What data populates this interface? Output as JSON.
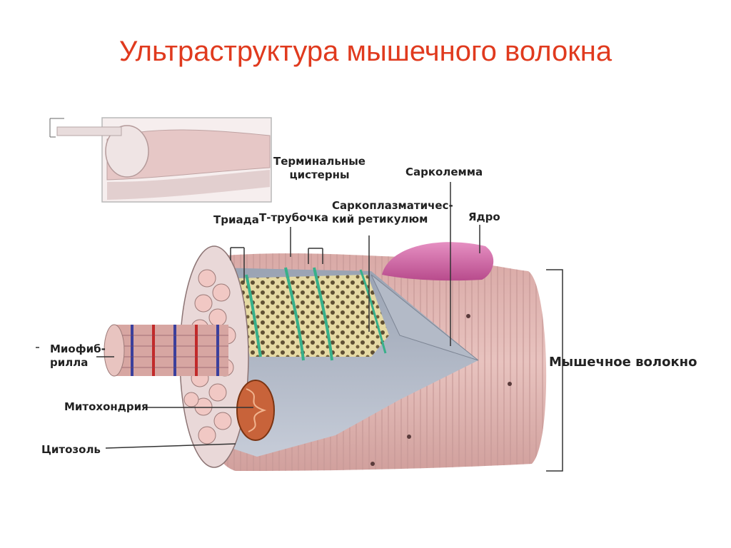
{
  "title": "Ультраструктура мышечного волокна",
  "title_color": "#e03a1e",
  "labels": {
    "terminal_cisterns_1": "Терминальные",
    "terminal_cisterns_2": "цистерны",
    "sarcolemma": "Сарколемма",
    "sr_1": "Саркоплазматичес-",
    "sr_2": "кий ретикулюм",
    "triad": "Триада",
    "t_tubule": "Т-трубочка",
    "nucleus": "Ядро",
    "myofibril_1": "Миофиб-",
    "myofibril_2": "рилла",
    "mitochondrion": "Митохондрия",
    "cytosol": "Цитозоль",
    "muscle_fiber": "Мышечное волокно"
  }
}
